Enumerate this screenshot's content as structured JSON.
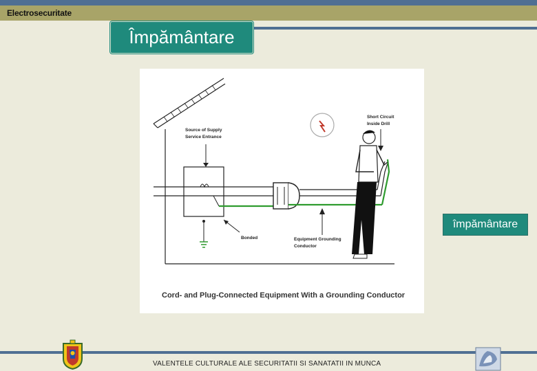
{
  "header": {
    "title": "Electrosecuritate"
  },
  "slide": {
    "title": "Împământare",
    "badge": "împământare"
  },
  "figure": {
    "labels": {
      "source": "Source of Supply",
      "service": "Service Entrance",
      "short_circuit": "Short Circuit",
      "inside_drill": "Inside Drill",
      "bonded": "Bonded",
      "egc_line1": "Equipment Grounding",
      "egc_line2": "Conductor",
      "caption": "Cord- and Plug-Connected Equipment With a Grounding Conductor"
    }
  },
  "footer": {
    "text": "VALENTELE CULTURALE ALE SECURITATII SI SANATATII IN MUNCA"
  },
  "colors": {
    "accent": "#1f8a7c",
    "bar": "#4f6f93",
    "header": "#a8a468",
    "ground": "#2e9b2e"
  },
  "icons": [
    "crest-icon",
    "logo-icon"
  ]
}
